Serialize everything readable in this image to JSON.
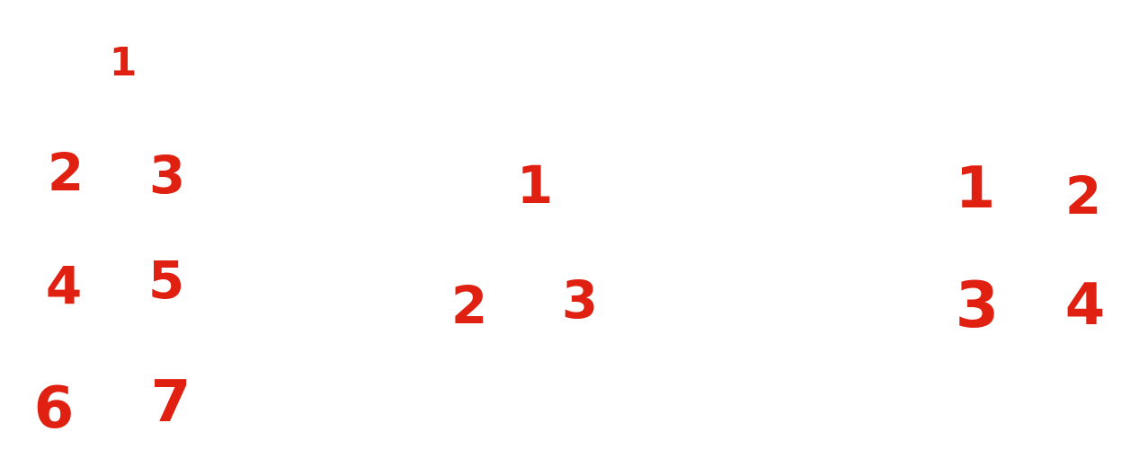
{
  "ink_color": "#e02010",
  "groups": [
    {
      "digits": [
        "1",
        "2",
        "3",
        "4",
        "5",
        "6",
        "7"
      ]
    },
    {
      "digits": [
        "1",
        "2",
        "3"
      ]
    },
    {
      "digits": [
        "1",
        "2",
        "3",
        "4"
      ]
    }
  ]
}
